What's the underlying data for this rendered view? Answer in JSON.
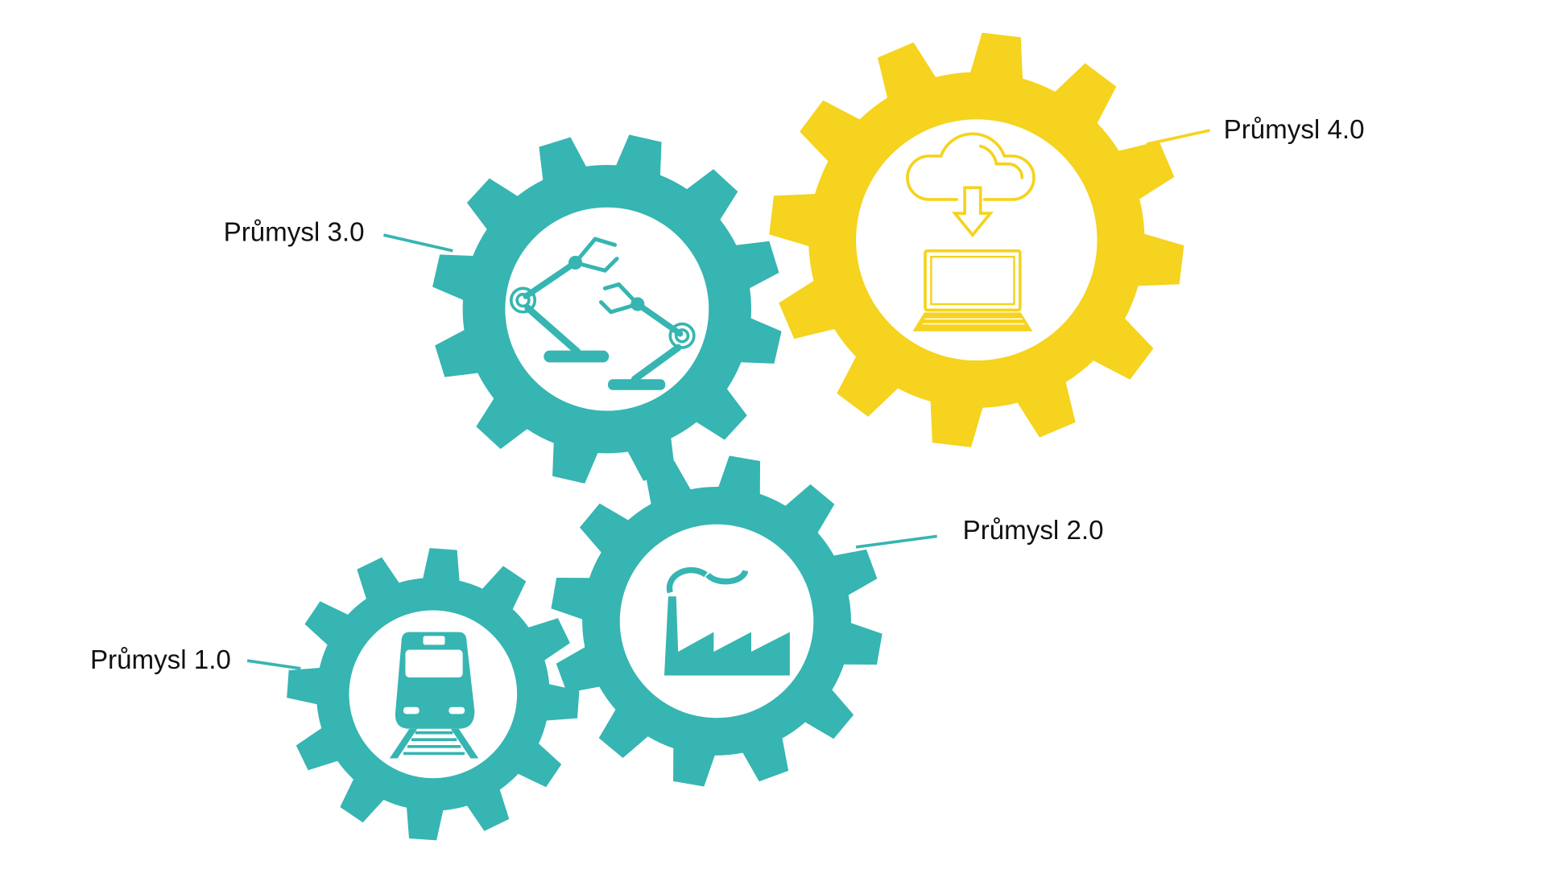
{
  "colors": {
    "teal": "#36B5B2",
    "yellow": "#F5D31E",
    "text": "#111111"
  },
  "gears": [
    {
      "id": "g1",
      "label": "Průmysl 1.0",
      "icon": "train-icon",
      "color": "teal"
    },
    {
      "id": "g2",
      "label": "Průmysl 2.0",
      "icon": "factory-icon",
      "color": "teal"
    },
    {
      "id": "g3",
      "label": "Průmysl 3.0",
      "icon": "robot-arm-icon",
      "color": "teal"
    },
    {
      "id": "g4",
      "label": "Průmysl 4.0",
      "icon": "cloud-laptop-icon",
      "color": "yellow"
    }
  ]
}
